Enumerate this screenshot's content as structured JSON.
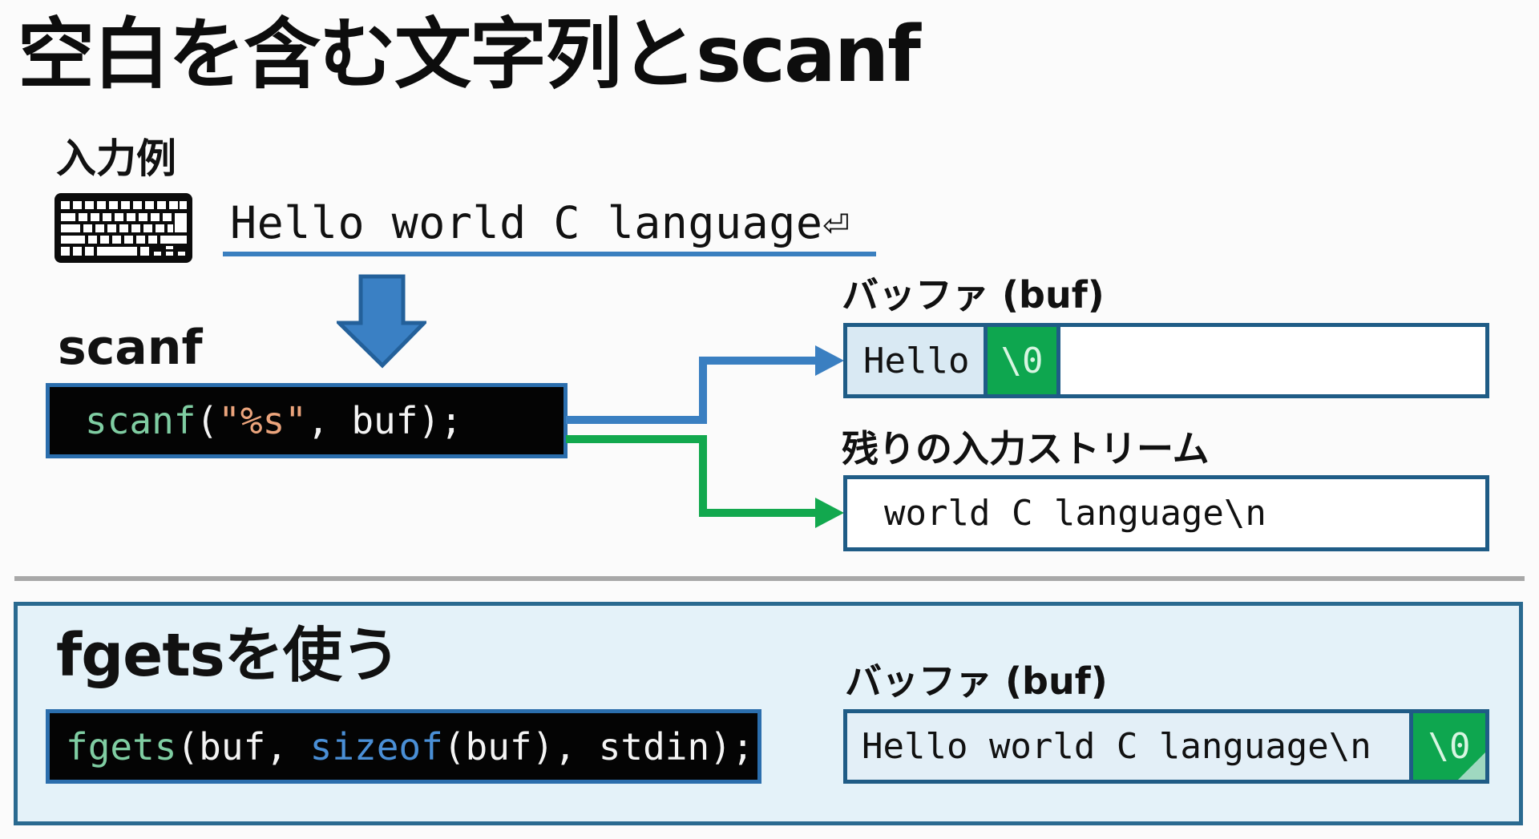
{
  "title": "空白を含む文字列とscanf",
  "input_example": {
    "label": "入力例",
    "icon": "keyboard-icon",
    "text": "Hello world C language⏎"
  },
  "scanf_section": {
    "label": "scanf",
    "code_tokens": [
      {
        "text": "scanf",
        "kind": "function"
      },
      {
        "text": "(",
        "kind": "plain"
      },
      {
        "text": "\"%s\"",
        "kind": "string"
      },
      {
        "text": ", buf);",
        "kind": "plain"
      }
    ],
    "buffer": {
      "label": "バッファ (buf)",
      "cells": [
        {
          "text": "Hello",
          "kind": "data"
        },
        {
          "text": "\\0",
          "kind": "terminator"
        },
        {
          "text": "",
          "kind": "empty"
        }
      ]
    },
    "remaining_stream": {
      "label": "残りの入力ストリーム",
      "text": "world C language\\n"
    }
  },
  "fgets_section": {
    "title": "fgetsを使う",
    "code_tokens": [
      {
        "text": "fgets",
        "kind": "function"
      },
      {
        "text": "(buf, ",
        "kind": "plain"
      },
      {
        "text": "sizeof",
        "kind": "keyword"
      },
      {
        "text": "(buf), stdin);",
        "kind": "plain"
      }
    ],
    "buffer": {
      "label": "バッファ (buf)",
      "cells": [
        {
          "text": "Hello world C language\\n",
          "kind": "data"
        },
        {
          "text": "\\0",
          "kind": "terminator"
        }
      ]
    }
  },
  "colors": {
    "arrow_blue": "#3a7fc1",
    "arrow_green": "#12a84e",
    "border_dark_blue": "#1f5c86",
    "terminator_green": "#0ea64f",
    "code_function": "#7fcda2",
    "code_string": "#eba47c",
    "code_keyword": "#4a8fd6",
    "panel_bg": "#e4f2f9"
  }
}
